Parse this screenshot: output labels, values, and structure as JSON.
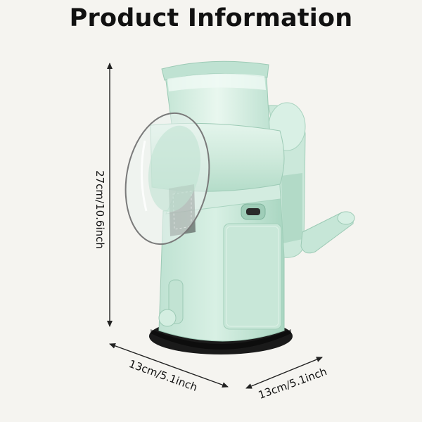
{
  "page": {
    "title": "Product Information"
  },
  "dimensions": {
    "height_label": "27cm/10.6inch",
    "width_label": "13cm/5.1inch",
    "depth_label": "13cm/5.1inch"
  },
  "colors": {
    "background": "#f5f4f0",
    "product_body": "#cfeadc",
    "product_shade": "#a9d6c1",
    "suction_base": "#1a1a1a",
    "text": "#111111"
  }
}
